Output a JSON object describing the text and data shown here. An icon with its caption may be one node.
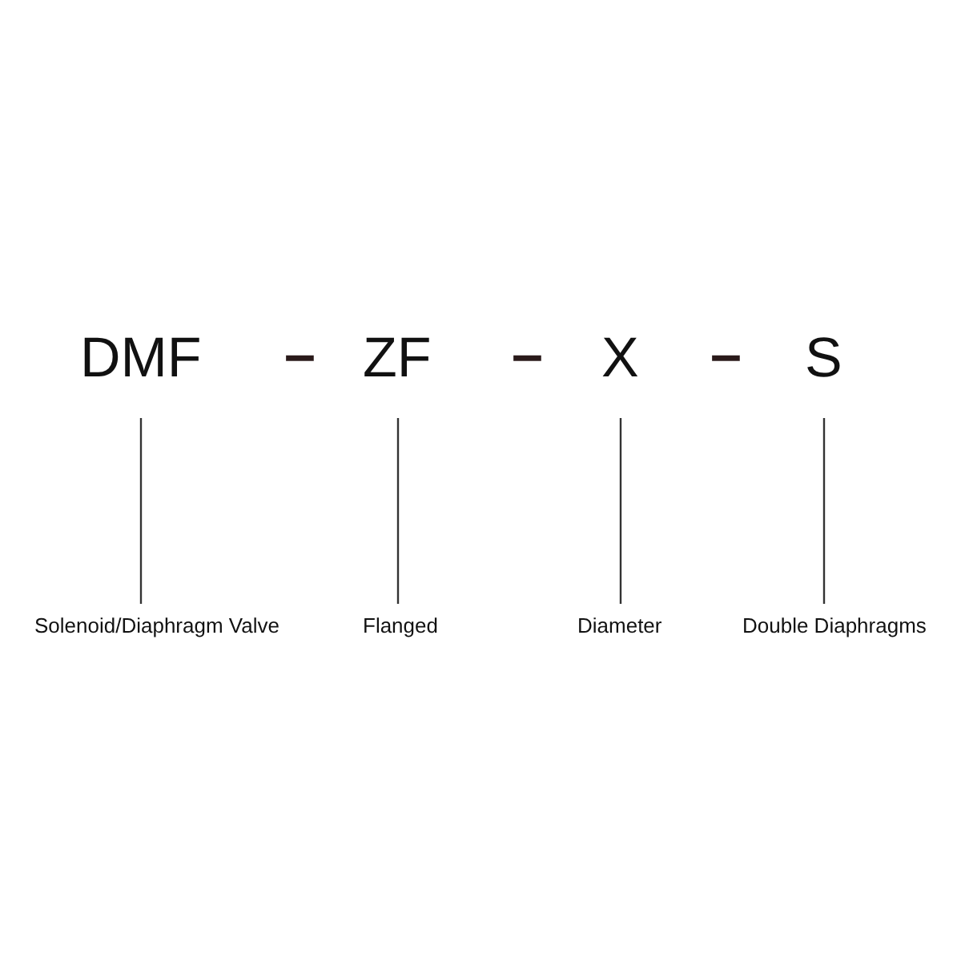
{
  "diagram": {
    "nodes": [
      {
        "text": [
          "DMF"
        ]
      },
      {
        "text": [
          "ZF"
        ]
      },
      {
        "text": [
          "X"
        ]
      },
      {
        "text": [
          "S"
        ]
      },
      {
        "text": [
          "Solenoid/Diaphragm Valve"
        ]
      },
      {
        "text": [
          "Flanged"
        ]
      },
      {
        "text": [
          "Diameter"
        ]
      },
      {
        "text": [
          "Double Diaphragms"
        ]
      }
    ],
    "edges": [
      {
        "from": 0,
        "to": 4,
        "arrow": "none"
      },
      {
        "from": 1,
        "to": 5,
        "arrow": "none"
      },
      {
        "from": 2,
        "to": 6,
        "arrow": "none"
      },
      {
        "from": 3,
        "to": 7,
        "arrow": "none"
      }
    ],
    "labels": [
      "–",
      "–",
      "–"
    ]
  }
}
